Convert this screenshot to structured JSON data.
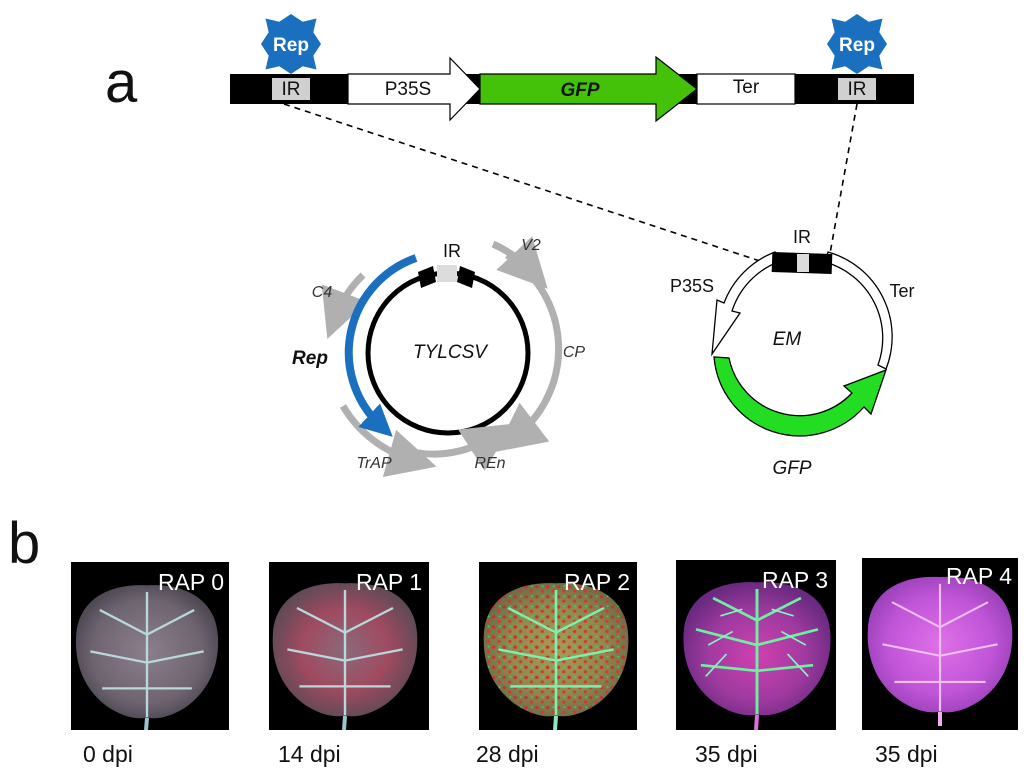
{
  "panel_a": {
    "label": "a",
    "construct": {
      "rep_left": "Rep",
      "rep_right": "Rep",
      "ir_left": "IR",
      "ir_right": "IR",
      "promoter": "P35S",
      "reporter": "GFP",
      "terminator": "Ter"
    },
    "virus": {
      "name": "TYLCSV",
      "ir": "IR",
      "genes": {
        "c4": "C4",
        "rep": "Rep",
        "trap": "TrAP",
        "ren": "REn",
        "v2": "V2",
        "cp": "CP"
      }
    },
    "episome": {
      "name": "EM",
      "ir": "IR",
      "promoter": "P35S",
      "terminator": "Ter",
      "reporter": "GFP"
    }
  },
  "panel_b": {
    "label": "b",
    "leaves": [
      {
        "rap": "RAP 0",
        "dpi": "0 dpi"
      },
      {
        "rap": "RAP 1",
        "dpi": "14 dpi"
      },
      {
        "rap": "RAP 2",
        "dpi": "28 dpi"
      },
      {
        "rap": "RAP 3",
        "dpi": "35 dpi"
      },
      {
        "rap": "RAP 4",
        "dpi": "35 dpi"
      }
    ]
  },
  "colors": {
    "rep_badge": "#1a6fbf",
    "gfp_green": "#44c20a",
    "episome_green": "#22dd22",
    "rep_arc_blue": "#1a6fbf",
    "gene_gray": "#b0b0b0"
  }
}
